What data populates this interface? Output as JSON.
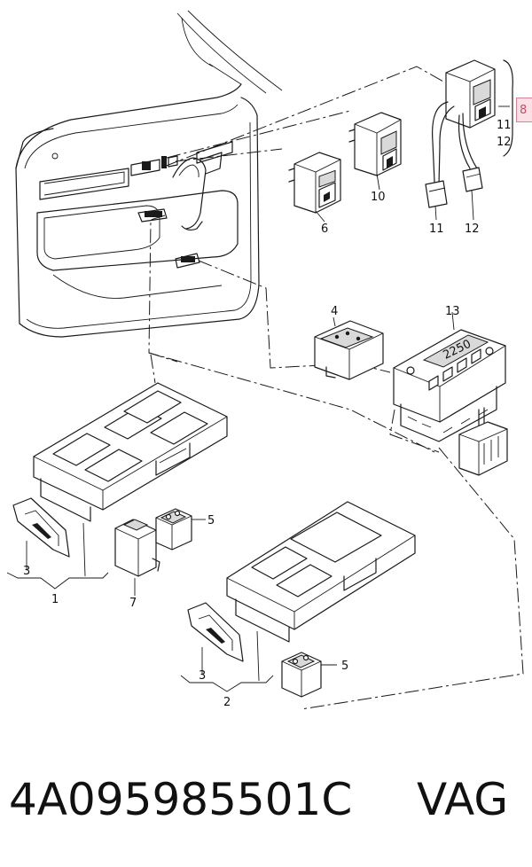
{
  "diagram": {
    "callouts": {
      "c1": "1",
      "c2": "2",
      "c3a": "3",
      "c3b": "3",
      "c4": "4",
      "c5a": "5",
      "c5b": "5",
      "c6": "6",
      "c7": "7",
      "c10": "10",
      "c11a": "11",
      "c11b": "11",
      "c12a": "12",
      "c12b": "12",
      "c13": "13"
    },
    "display_readout": "2250"
  },
  "ref_tag": "8",
  "footer": {
    "part_number": "4A095985501C",
    "brand": "VAG"
  }
}
